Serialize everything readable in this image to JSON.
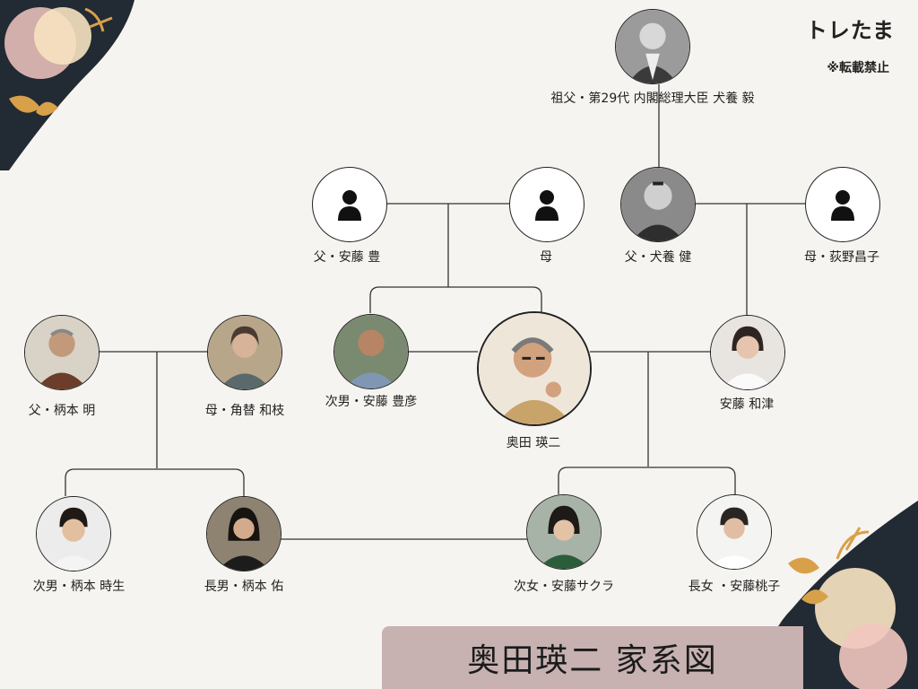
{
  "brand": "トレたま",
  "notice": "※転載禁止",
  "title": "奥田瑛二 家系図",
  "people": {
    "grandfather": "祖父・第29代 内閣総理大臣 犬養 毅",
    "father_ando": "父・安藤 豊",
    "mother_ando": "母",
    "father_inukai": "父・犬養 健",
    "mother_inukai": "母・荻野昌子",
    "father_emoto": "父・柄本 明",
    "mother_emoto": "母・角替 和枝",
    "brother": "次男・安藤 豊彦",
    "main": "奥田 瑛二",
    "wife": "安藤 和津",
    "son2_emoto": "次男・柄本 時生",
    "son1_emoto": "長男・柄本 佑",
    "daughter2": "次女・安藤サクラ",
    "daughter1": "長女 ・安藤桃子"
  },
  "colors": {
    "background": "#f6f4f0",
    "title_band": "#c7b1b1",
    "line": "#333333",
    "dark_flower": "#222a33",
    "gold": "#d9a04a",
    "pink": "#f1c7bf"
  }
}
